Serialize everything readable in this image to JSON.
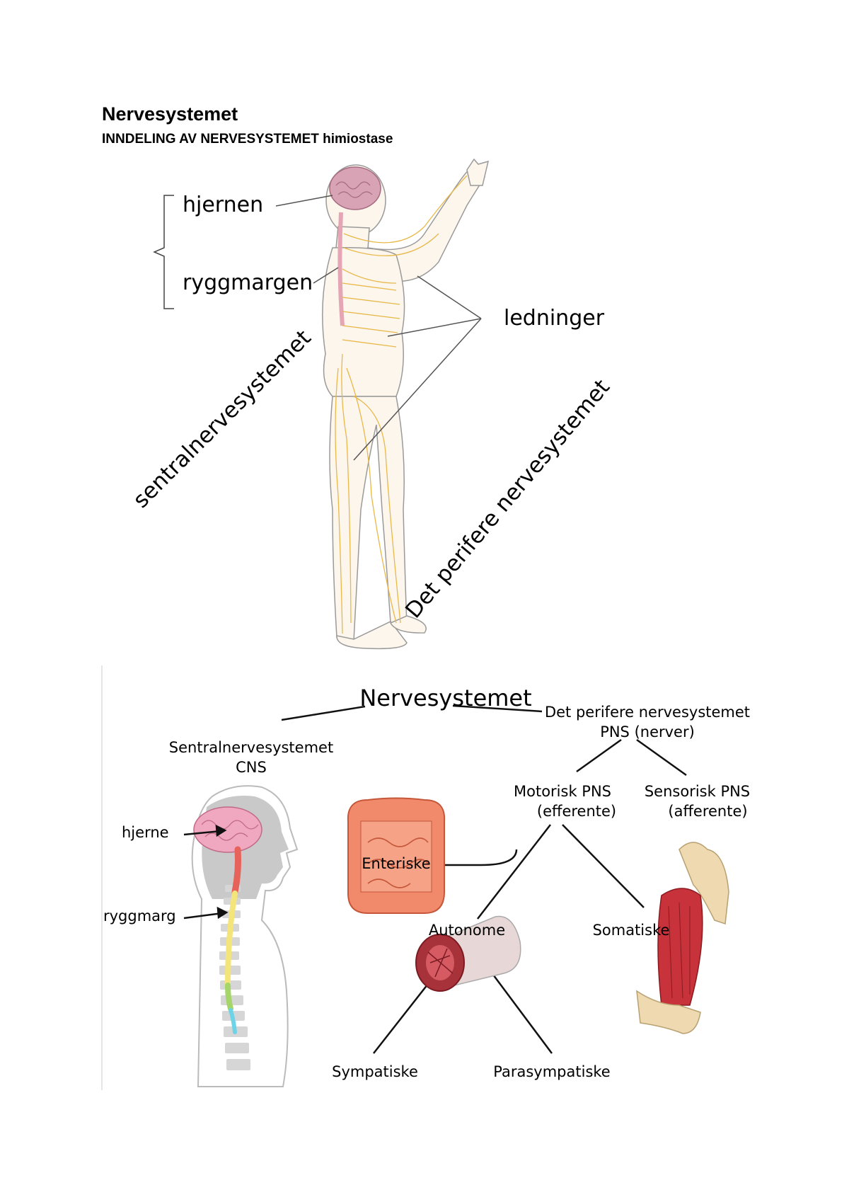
{
  "page": {
    "title": "Nervesystemet",
    "subtitle": "INNDELING AV NERVESYSTEMET himiostase"
  },
  "top_figure": {
    "labels": {
      "brain": "hjernen",
      "spinal_cord": "ryggmargen",
      "nerves": "ledninger",
      "cns": "sentralnervesystemet",
      "pns": "Det perifere nervesystemet"
    },
    "colors": {
      "nerves": "#e8b84a",
      "skin": "#fdf6ec",
      "brain": "#d9a3b6"
    }
  },
  "bottom_chart": {
    "root": "Nervesystemet",
    "cns": {
      "line1": "Sentralnervesystemet",
      "line2": "CNS"
    },
    "pns": {
      "line1": "Det perifere nervesystemet",
      "line2": "PNS (nerver)"
    },
    "motor": {
      "line1": "Motorisk PNS",
      "line2": "(efferente)"
    },
    "sensory": {
      "line1": "Sensorisk PNS",
      "line2": "(afferente)"
    },
    "enteric": "Enteriske",
    "autonomic": "Autonome",
    "somatic": "Somatiske",
    "sympathetic": "Sympatiske",
    "parasympathetic": "Parasympatiske",
    "head_labels": {
      "brain": "hjerne",
      "spinal_cord": "ryggmarg"
    },
    "colors": {
      "brain": "#f0a8c0",
      "spine_red": "#e8625c",
      "spine_yellow": "#f4e57a",
      "spine_green": "#a6d66a",
      "spine_cyan": "#6fd3e8",
      "intestine": "#f08a6a",
      "muscle": "#c8323a"
    }
  }
}
